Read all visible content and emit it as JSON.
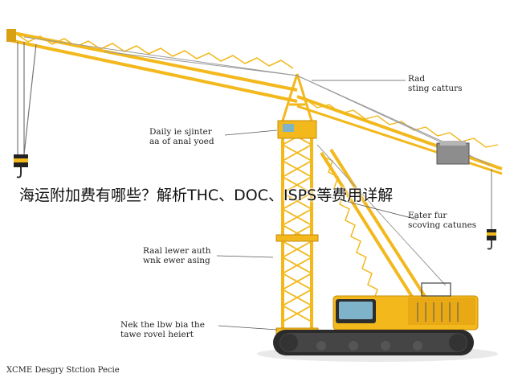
{
  "headline": "海运附加费有哪些？解析THC、DOC、ISPS等费用详解",
  "annotations": {
    "top_right": {
      "line1": "Rad",
      "line2": "sting catturs"
    },
    "left_jib": {
      "line1": "Daily ie sjinter",
      "line2": "aa of anal yoed"
    },
    "right_mid": {
      "line1": "Eater fur",
      "line2": "scoving catunes"
    },
    "tower_mid": {
      "line1": "Raal lewer auth",
      "line2": "wnk ewer asing"
    },
    "tower_low": {
      "line1": "Nek the lbw bia the",
      "line2": "tawe rovel heiert"
    }
  },
  "footer": "XCME Desgry Stction Pecie",
  "colors": {
    "crane_yellow": "#f2b81c",
    "crane_dark": "#c98d0a",
    "track": "#2b2b2b",
    "cab_glass": "#7fb3c9"
  }
}
